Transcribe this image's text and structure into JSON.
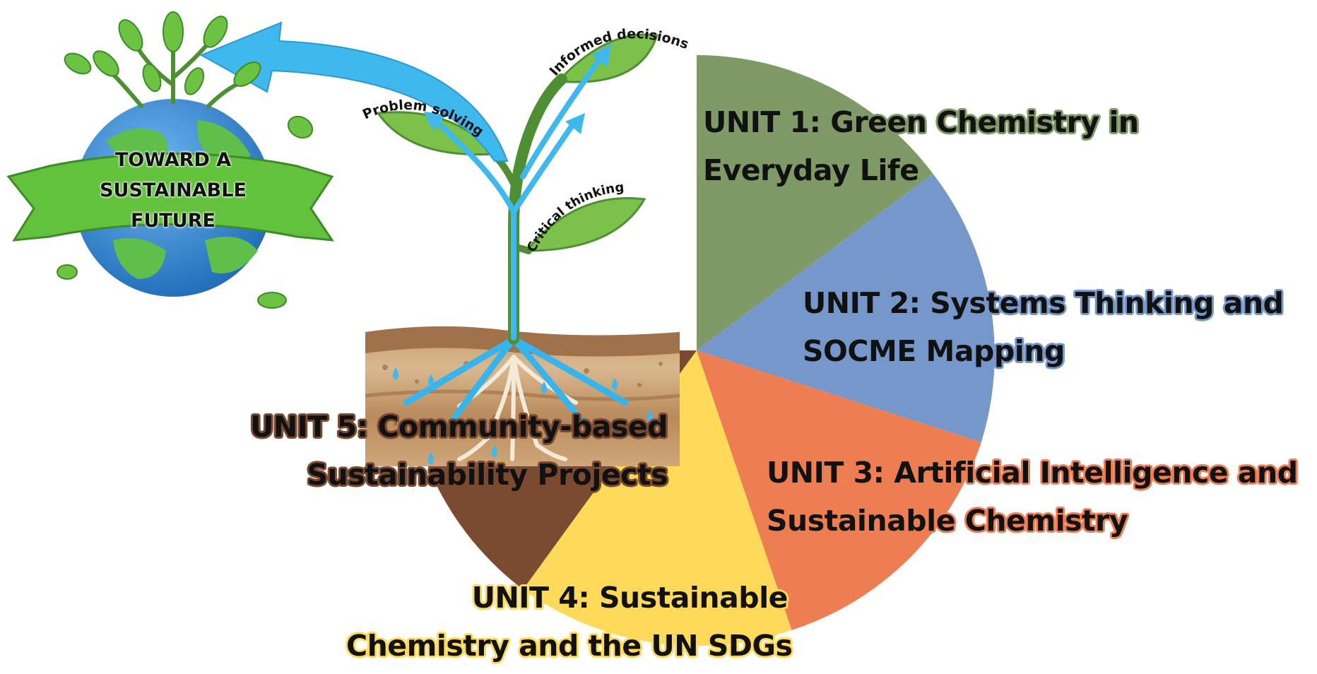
{
  "colors": {
    "unit1": "#7f9a66",
    "unit2": "#7597c9",
    "unit3": "#ec7e52",
    "unit4": "#ffd95a",
    "unit5": "#7a4a31",
    "leaf": "#7cc24a",
    "stem": "#4f8f34",
    "arrow": "#3fb8ee",
    "globe_ocean": "#3a8ed8",
    "ribbon": "#63c23d"
  },
  "globe": {
    "lines": [
      "TOWARD A",
      "SUSTAINABLE",
      "FUTURE"
    ]
  },
  "plant": {
    "labels": {
      "problem_solving": "Problem solving",
      "informed_decisions": "Informed decisions",
      "critical_thinking": "Critical thinking"
    }
  },
  "units": [
    {
      "id": "unit1",
      "lines": [
        "UNIT 1: Green Chemistry in",
        "Everyday Life"
      ]
    },
    {
      "id": "unit2",
      "lines": [
        "UNIT 2: Systems Thinking and",
        "SOCME Mapping"
      ]
    },
    {
      "id": "unit3",
      "lines": [
        "UNIT 3: Artificial Intelligence and",
        "Sustainable Chemistry"
      ]
    },
    {
      "id": "unit4",
      "lines": [
        "UNIT 4: Sustainable",
        "Chemistry and the UN SDGs"
      ]
    },
    {
      "id": "unit5",
      "lines": [
        "UNIT 5: Community-based",
        "Sustainability Projects"
      ]
    }
  ]
}
